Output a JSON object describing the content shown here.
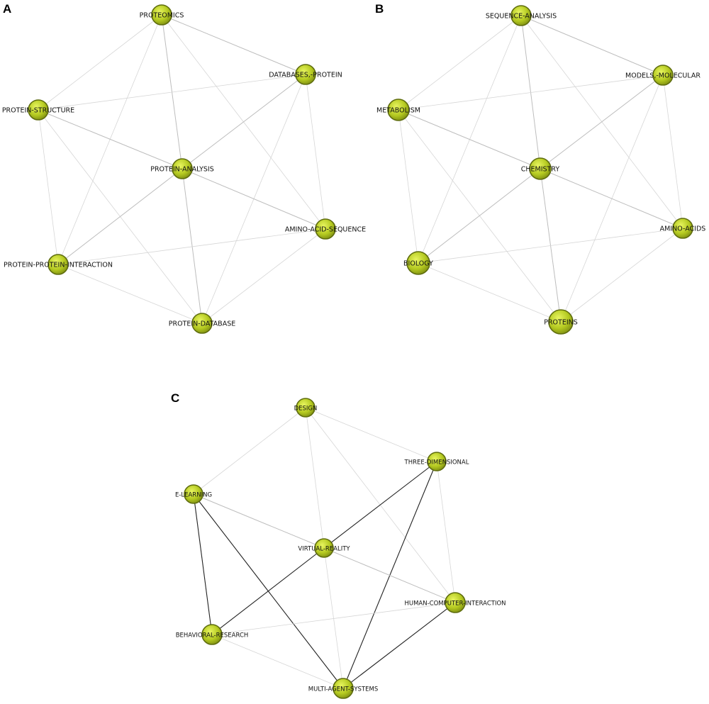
{
  "colors": {
    "node_light": "#e8f560",
    "node_mid": "#b4c920",
    "node_dark": "#7c8c12",
    "node_stroke": "#5f6d0e",
    "edge_faint": "#d6d6d6",
    "edge_light": "#bdbdbd",
    "edge_dark": "#222222",
    "label": "#111111"
  },
  "panels": [
    {
      "id": "A",
      "letter": "A",
      "nodes": [
        {
          "id": "proteomics",
          "label": "PROTEOMICS"
        },
        {
          "id": "databases-protein",
          "label": "DATABASES,-PROTEIN"
        },
        {
          "id": "protein-structure",
          "label": "PROTEIN-STRUCTURE"
        },
        {
          "id": "protein-analysis",
          "label": "PROTEIN-ANALYSIS"
        },
        {
          "id": "amino-acid-sequence",
          "label": "AMINO-ACID-SEQUENCE"
        },
        {
          "id": "protein-protein-interaction",
          "label": "PROTEIN-PROTEIN-INTERACTION"
        },
        {
          "id": "protein-database",
          "label": "PROTEIN-DATABASE"
        }
      ],
      "edges": [
        {
          "source": "proteomics",
          "target": "databases-protein",
          "strength": "light"
        },
        {
          "source": "proteomics",
          "target": "protein-structure",
          "strength": "faint"
        },
        {
          "source": "proteomics",
          "target": "protein-analysis",
          "strength": "light"
        },
        {
          "source": "proteomics",
          "target": "amino-acid-sequence",
          "strength": "faint"
        },
        {
          "source": "proteomics",
          "target": "protein-protein-interaction",
          "strength": "faint"
        },
        {
          "source": "protein-structure",
          "target": "databases-protein",
          "strength": "faint"
        },
        {
          "source": "protein-structure",
          "target": "protein-analysis",
          "strength": "light"
        },
        {
          "source": "protein-structure",
          "target": "protein-protein-interaction",
          "strength": "faint"
        },
        {
          "source": "protein-structure",
          "target": "protein-database",
          "strength": "faint"
        },
        {
          "source": "databases-protein",
          "target": "protein-analysis",
          "strength": "light"
        },
        {
          "source": "databases-protein",
          "target": "amino-acid-sequence",
          "strength": "faint"
        },
        {
          "source": "databases-protein",
          "target": "protein-database",
          "strength": "faint"
        },
        {
          "source": "protein-analysis",
          "target": "amino-acid-sequence",
          "strength": "light"
        },
        {
          "source": "protein-analysis",
          "target": "protein-protein-interaction",
          "strength": "light"
        },
        {
          "source": "protein-analysis",
          "target": "protein-database",
          "strength": "light"
        },
        {
          "source": "protein-protein-interaction",
          "target": "amino-acid-sequence",
          "strength": "faint"
        },
        {
          "source": "protein-protein-interaction",
          "target": "protein-database",
          "strength": "faint"
        },
        {
          "source": "amino-acid-sequence",
          "target": "protein-database",
          "strength": "faint"
        }
      ]
    },
    {
      "id": "B",
      "letter": "B",
      "nodes": [
        {
          "id": "sequence-analysis",
          "label": "SEQUENCE-ANALYSIS"
        },
        {
          "id": "models-molecular",
          "label": "MODELS,-MOLECULAR"
        },
        {
          "id": "metabolism",
          "label": "METABOLISM"
        },
        {
          "id": "chemistry",
          "label": "CHEMISTRY"
        },
        {
          "id": "amino-acids",
          "label": "AMINO-ACIDS"
        },
        {
          "id": "biology",
          "label": "BIOLOGY"
        },
        {
          "id": "proteins",
          "label": "PROTEINS"
        }
      ],
      "edges": [
        {
          "source": "sequence-analysis",
          "target": "models-molecular",
          "strength": "light"
        },
        {
          "source": "sequence-analysis",
          "target": "metabolism",
          "strength": "faint"
        },
        {
          "source": "sequence-analysis",
          "target": "chemistry",
          "strength": "light"
        },
        {
          "source": "sequence-analysis",
          "target": "amino-acids",
          "strength": "faint"
        },
        {
          "source": "sequence-analysis",
          "target": "biology",
          "strength": "faint"
        },
        {
          "source": "metabolism",
          "target": "models-molecular",
          "strength": "faint"
        },
        {
          "source": "metabolism",
          "target": "chemistry",
          "strength": "light"
        },
        {
          "source": "metabolism",
          "target": "biology",
          "strength": "faint"
        },
        {
          "source": "metabolism",
          "target": "proteins",
          "strength": "faint"
        },
        {
          "source": "models-molecular",
          "target": "chemistry",
          "strength": "light"
        },
        {
          "source": "models-molecular",
          "target": "amino-acids",
          "strength": "faint"
        },
        {
          "source": "models-molecular",
          "target": "proteins",
          "strength": "faint"
        },
        {
          "source": "chemistry",
          "target": "amino-acids",
          "strength": "light"
        },
        {
          "source": "chemistry",
          "target": "biology",
          "strength": "light"
        },
        {
          "source": "chemistry",
          "target": "proteins",
          "strength": "light"
        },
        {
          "source": "biology",
          "target": "amino-acids",
          "strength": "faint"
        },
        {
          "source": "biology",
          "target": "proteins",
          "strength": "faint"
        },
        {
          "source": "amino-acids",
          "target": "proteins",
          "strength": "faint"
        }
      ]
    },
    {
      "id": "C",
      "letter": "C",
      "nodes": [
        {
          "id": "design",
          "label": "DESIGN"
        },
        {
          "id": "three-dimensional",
          "label": "THREE-DIMENSIONAL"
        },
        {
          "id": "e-learning",
          "label": "E-LEARNING"
        },
        {
          "id": "virtual-reality",
          "label": "VIRTUAL-REALITY"
        },
        {
          "id": "human-computer-interaction",
          "label": "HUMAN-COMPUTER-INTERACTION"
        },
        {
          "id": "behavioral-research",
          "label": "BEHAVIORAL-RESEARCH"
        },
        {
          "id": "multi-agent-systems",
          "label": "MULTI-AGENT-SYSTEMS"
        }
      ],
      "edges": [
        {
          "source": "design",
          "target": "three-dimensional",
          "strength": "faint"
        },
        {
          "source": "design",
          "target": "e-learning",
          "strength": "faint"
        },
        {
          "source": "design",
          "target": "virtual-reality",
          "strength": "faint"
        },
        {
          "source": "design",
          "target": "human-computer-interaction",
          "strength": "faint"
        },
        {
          "source": "e-learning",
          "target": "virtual-reality",
          "strength": "light"
        },
        {
          "source": "e-learning",
          "target": "behavioral-research",
          "strength": "dark"
        },
        {
          "source": "e-learning",
          "target": "multi-agent-systems",
          "strength": "dark"
        },
        {
          "source": "three-dimensional",
          "target": "virtual-reality",
          "strength": "dark"
        },
        {
          "source": "three-dimensional",
          "target": "multi-agent-systems",
          "strength": "dark"
        },
        {
          "source": "three-dimensional",
          "target": "human-computer-interaction",
          "strength": "faint"
        },
        {
          "source": "virtual-reality",
          "target": "behavioral-research",
          "strength": "dark"
        },
        {
          "source": "virtual-reality",
          "target": "human-computer-interaction",
          "strength": "light"
        },
        {
          "source": "virtual-reality",
          "target": "multi-agent-systems",
          "strength": "faint"
        },
        {
          "source": "human-computer-interaction",
          "target": "multi-agent-systems",
          "strength": "dark"
        },
        {
          "source": "behavioral-research",
          "target": "human-computer-interaction",
          "strength": "faint"
        },
        {
          "source": "behavioral-research",
          "target": "multi-agent-systems",
          "strength": "faint"
        }
      ]
    }
  ]
}
